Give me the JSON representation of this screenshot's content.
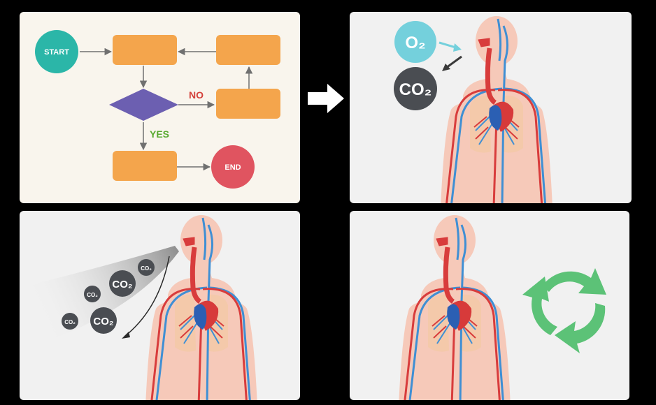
{
  "flowchart": {
    "start_label": "START",
    "end_label": "END",
    "yes_label": "YES",
    "no_label": "NO",
    "colors": {
      "start": "#2bb6a8",
      "end": "#e05460",
      "process": "#f4a54c",
      "decision": "#6c5fb1",
      "yes": "#59a930",
      "no": "#d4403a",
      "connector": "#707070"
    }
  },
  "inhale": {
    "o2_label": "O₂",
    "co2_label": "CO₂",
    "colors": {
      "o2": "#74d0dc",
      "co2": "#4a4d52"
    }
  },
  "exhale": {
    "co2_label": "CO₂",
    "bubbles": [
      {
        "size": "large"
      },
      {
        "size": "large"
      },
      {
        "size": "small"
      },
      {
        "size": "small"
      },
      {
        "size": "small"
      }
    ]
  },
  "cycle": {
    "icon": "recycle-arrows-icon",
    "color": "#5cc277"
  },
  "body_colors": {
    "skin": "#f6c9b9",
    "skin_outline": "#f0b3a1",
    "artery": "#d83c3c",
    "vein": "#3f8fd4",
    "lungs": "#f4c9a8",
    "heart_blue": "#2b5fb3",
    "heart_red": "#d73a3a"
  }
}
